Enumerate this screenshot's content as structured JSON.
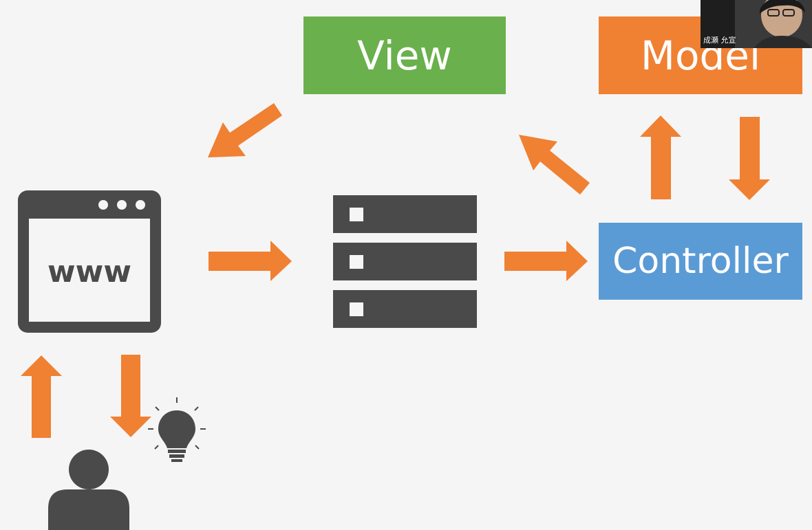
{
  "nodes": {
    "view": "View",
    "model": "Model",
    "controller": "Controller",
    "browser_text": "www"
  },
  "webcam": {
    "name": "成瀬 允宣"
  },
  "icons": {
    "browser": "browser-window-icon",
    "server": "server-rack-icon",
    "user": "user-person-icon",
    "idea": "lightbulb-icon"
  },
  "colors": {
    "background": "#f5f5f5",
    "view": "#6ab04c",
    "model": "#f08032",
    "controller": "#5b9bd5",
    "arrow": "#f08032",
    "icon": "#4a4a4a"
  }
}
